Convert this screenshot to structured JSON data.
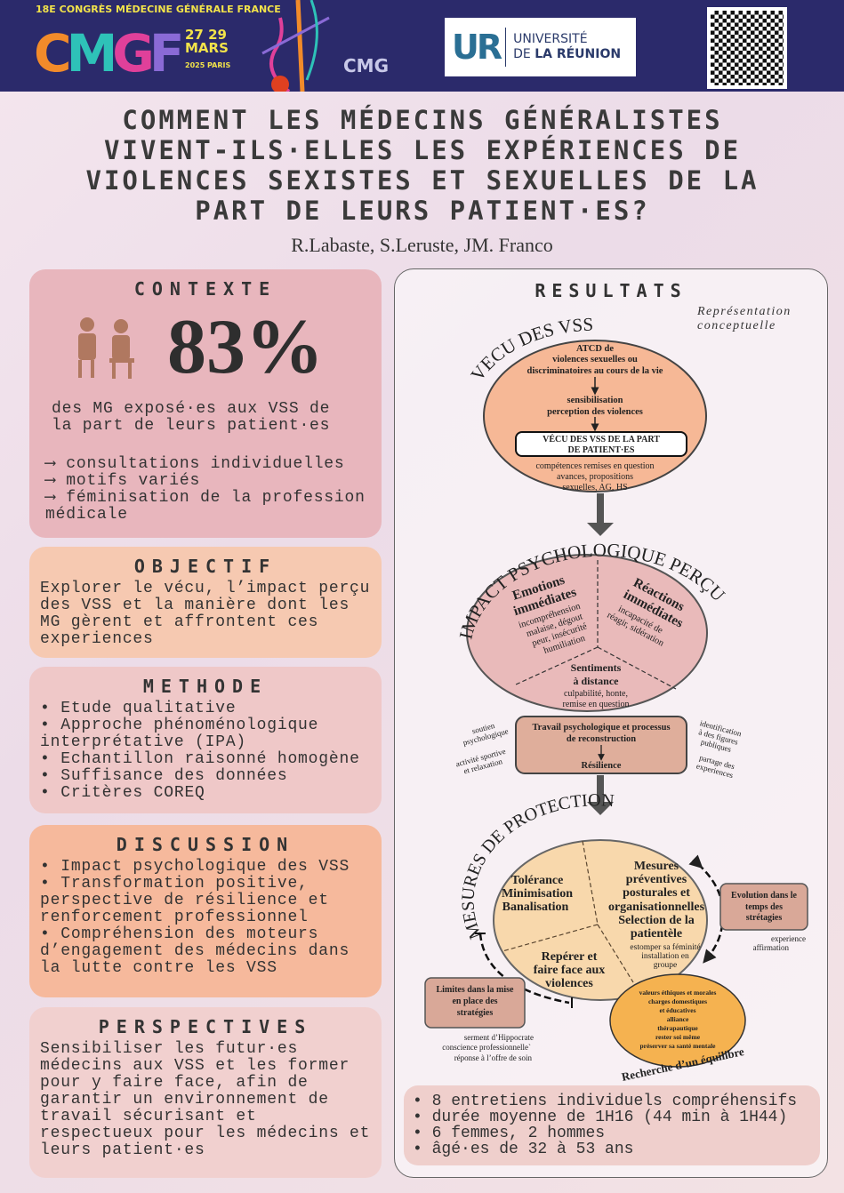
{
  "header": {
    "congress": "18E CONGRÈS MÉDECINE GÉNÉRALE FRANCE",
    "logo_letters": [
      "C",
      "M",
      "G",
      "F"
    ],
    "dates": "27 29",
    "month": "MARS",
    "year_city": "2025 PARIS",
    "cmg": "CMG",
    "university_initials": "UR",
    "university_line1": "UNIVERSITÉ",
    "university_line2_a": "DE ",
    "university_line2_b": "LA RÉUNION"
  },
  "title": {
    "lines": [
      "COMMENT LES MÉDECINS GÉNÉRALISTES",
      "VIVENT-ILS·ELLES LES EXPÉRIENCES DE",
      "VIOLENCES SEXISTES ET SEXUELLES DE LA",
      "PART DE LEURS PATIENT·ES?"
    ],
    "authors": "R.Labaste, S.Leruste, JM. Franco"
  },
  "contexte": {
    "heading": "CONTEXTE",
    "stat": "83%",
    "stat_text": [
      "des MG exposé·es aux VSS de",
      "la part de leurs patient·es"
    ],
    "items": [
      "consultations individuelles",
      "motifs variés",
      "féminisation de la profession médicale"
    ]
  },
  "objectif": {
    "heading": "OBJECTIF",
    "text": "Explorer le vécu, l’impact perçu des VSS et la manière dont les MG gèrent et affrontent ces experiences"
  },
  "methode": {
    "heading": "METHODE",
    "items": [
      "Etude qualitative",
      "Approche phénoménologique interprétative (IPA)",
      "Echantillon raisonné homogène",
      "Suffisance des données",
      "Critères COREQ"
    ]
  },
  "discussion": {
    "heading": "DISCUSSION",
    "items": [
      "Impact psychologique des VSS",
      "Transformation positive, perspective de résilience et renforcement professionnel",
      "Compréhension des moteurs d’engagement des médecins dans la lutte contre les VSS"
    ]
  },
  "perspectives": {
    "heading": "PERSPECTIVES",
    "text": "Sensibiliser les futur·es médecins aux VSS et les former pour y faire face, afin de garantir un environnement de travail sécurisant et respectueux pour les médecins et leurs patient·es"
  },
  "resultats": {
    "heading": "RESULTATS",
    "representation": [
      "Représentation",
      "conceptuelle"
    ],
    "vecu": {
      "title": "VECU DES VSS",
      "atcd": [
        "ATCD de",
        "violences sexuelles ou",
        "discriminatoires au cours de la vie"
      ],
      "sensib": [
        "sensibilisation",
        "perception des violences"
      ],
      "box": [
        "VÉCU DES VSS DE LA PART",
        "DE PATIENT·ES"
      ],
      "details": [
        "compétences remises en question",
        "avances, propositions",
        "sexuelles, AG, HS"
      ]
    },
    "impact": {
      "title": "IMPACT PSYCHOLOGIQUE PERÇU",
      "emotions_title": [
        "Emotions",
        "immédiates"
      ],
      "emotions": [
        "incompréhension",
        "malaise, dégout",
        "peur, insécurité",
        "humiliation"
      ],
      "reactions_title": [
        "Réactions",
        "immédiates"
      ],
      "reactions": [
        "incapacité de",
        "réagir, sidération"
      ],
      "sentiments_title": [
        "Sentiments",
        "à distance"
      ],
      "sentiments": [
        "culpabilité, honte,",
        "remise en question"
      ]
    },
    "travail": {
      "box": [
        "Travail psychologique et processus",
        "de reconstruction"
      ],
      "resilience": "Résilience",
      "left": [
        [
          "soutien",
          "psychologique"
        ],
        [
          "activité sportive",
          "et relaxation"
        ]
      ],
      "right": [
        [
          "identification",
          "à des figures",
          "publiques"
        ],
        [
          "partage des",
          "experiences"
        ]
      ]
    },
    "protection": {
      "title": "MESURES DE PROTECTION",
      "tolerance": [
        "Tolérance",
        "Minimisation",
        "Banalisation"
      ],
      "mesures": [
        "Mesures",
        "préventives",
        "posturales et",
        "organisationnelles",
        "Selection de la",
        "patientèle"
      ],
      "mesures_details": [
        "estomper sa féminité",
        "installation en",
        "groupe"
      ],
      "reperer": [
        "Repérer et",
        "faire face aux",
        "violences"
      ],
      "evolution": [
        "Evolution dans le",
        "temps des",
        "strétagies"
      ],
      "evolution_details": [
        "experience",
        "affirmation"
      ],
      "limites": [
        "Limites dans la mise",
        "en place des",
        "stratégies"
      ],
      "limites_details": [
        "serment d’Hippocrate",
        "conscience professionnelle`",
        "réponse à l’offre de soin"
      ],
      "equilibre_title": "Recherche d’un équilibre",
      "equilibre": [
        "valeurs éthiques et morales",
        "charges domestiques",
        "et éducatives",
        "alliance",
        "thérapautique",
        "rester soi même",
        "préserver sa santé mentale"
      ]
    },
    "stats": [
      "8 entretiens individuels compréhensifs",
      "durée moyenne de 1H16 (44 min à 1H44)",
      "6 femmes, 2 hommes",
      "âgé·es de 32 à 53 ans"
    ]
  }
}
